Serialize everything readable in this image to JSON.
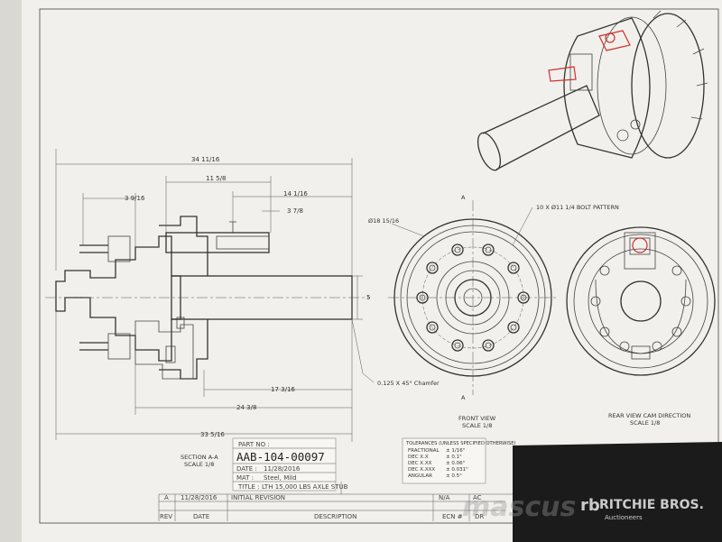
{
  "dimensions": {
    "overall_length": "34 11/16",
    "hub_length": "11 5/8",
    "spindle_length": "14 1/16",
    "flange_offset": "3 9/16",
    "seat_width": "3 7/8",
    "shaft_diameter": "5",
    "bearing_to_end": "17 3/16",
    "drum_to_end": "24 3/8",
    "total_width": "33 5/16",
    "drum_diameter": "Ø18 15/16",
    "bolt_pattern": "10 X Ø11 1/4 BOLT PATTERN",
    "chamfer": "0.125 X 45° Chamfer"
  },
  "views": {
    "section_label": "SECTION A-A",
    "section_scale": "SCALE 1/8",
    "front_label": "FRONT VIEW",
    "front_scale": "SCALE 1/8",
    "rear_label": "REAR VIEW CAM DIRECTION",
    "rear_scale": "SCALE 1/8",
    "cut_label_top": "A",
    "cut_label_bottom": "A"
  },
  "title_block": {
    "part_no_label": "PART NO :",
    "part_no": "AAB-104-00097",
    "date_label": "DATE :",
    "date": "11/28/2016",
    "material_label": "MAT :",
    "material": "Steel, Mild",
    "title_label": "TITLE :",
    "title": "LTH 15,000 LBS AXLE STUB",
    "tolerances_title": "TOLERANCES (UNLESS SPECIFIED OTHERWISE)",
    "tolerances": [
      {
        "label": "FRACTIONAL",
        "value": "± 1/16\""
      },
      {
        "label": "DEC X.X",
        "value": "± 0.1\""
      },
      {
        "label": "DEC X.XX",
        "value": "± 0.06\""
      },
      {
        "label": "DEC X.XXX",
        "value": "± 0.031\""
      },
      {
        "label": "ANGULAR",
        "value": "± 0.5°"
      }
    ]
  },
  "revision_block": {
    "rev": "A",
    "rev_date": "11/28/2016",
    "rev_description": "INITIAL REVISION",
    "na": "N/A",
    "ac": "AC",
    "header_rev": "REV",
    "header_date": "DATE",
    "header_description": "DESCRIPTION",
    "header_ecn": "ECN #",
    "header_dr": "DR"
  },
  "watermark": {
    "ritchie": "RITCHIE BROS.",
    "auctioneers": "Auctioneers",
    "mascus": "mascus"
  },
  "colors": {
    "paper": "#f1f0ec",
    "line": "#444444",
    "highlight": "#d0312d",
    "background": "#3a3a3a"
  }
}
